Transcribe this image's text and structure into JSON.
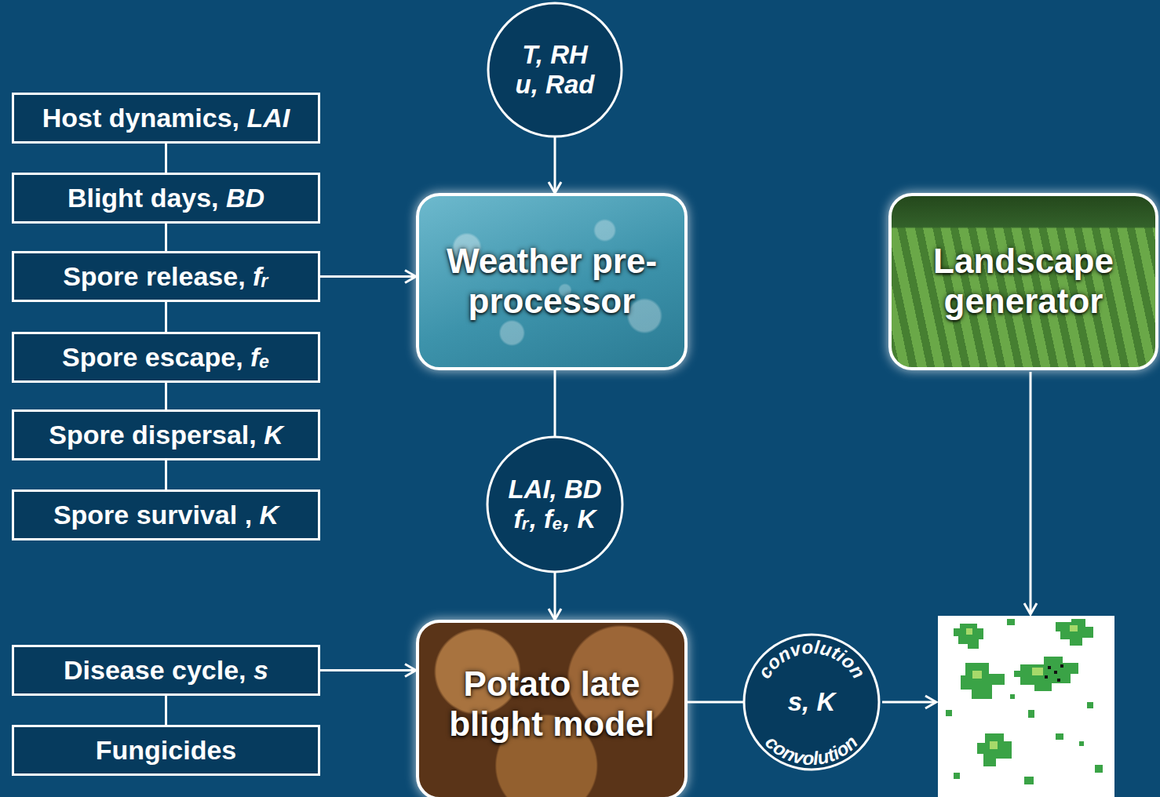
{
  "diagram": {
    "nodes": [
      {
        "text": [
          "Host dynamics, LAI"
        ]
      },
      {
        "text": [
          "Blight days, BD"
        ]
      },
      {
        "text": [
          "Spore release, fᵣ"
        ]
      },
      {
        "text": [
          "Spore escape, fₑ"
        ]
      },
      {
        "text": [
          "Spore dispersal, K"
        ]
      },
      {
        "text": [
          "Spore survival , K"
        ]
      },
      {
        "text": [
          "T, RH u, Rad"
        ]
      },
      {
        "text": [
          "Weather pre-processor"
        ]
      },
      {
        "text": [
          "Landscape generator"
        ]
      },
      {
        "text": [
          "LAI, BD fᵣ, fₑ, K"
        ]
      },
      {
        "text": [
          "Disease cycle, s"
        ]
      },
      {
        "text": [
          "Fungicides"
        ]
      },
      {
        "text": [
          "Potato late blight model"
        ]
      },
      {
        "text": [
          "convolution",
          "s, K",
          "convolution"
        ]
      }
    ],
    "edges": [
      {
        "from": 0,
        "to": 1,
        "arrow": "none"
      },
      {
        "from": 1,
        "to": 2,
        "arrow": "none"
      },
      {
        "from": 2,
        "to": 3,
        "arrow": "none"
      },
      {
        "from": 3,
        "to": 4,
        "arrow": "none"
      },
      {
        "from": 4,
        "to": 5,
        "arrow": "none"
      },
      {
        "from": 6,
        "to": 7,
        "arrow": "to"
      },
      {
        "from": 2,
        "to": 7,
        "arrow": "to"
      },
      {
        "from": 7,
        "to": 9,
        "arrow": "none"
      },
      {
        "from": 9,
        "to": 12,
        "arrow": "to"
      },
      {
        "from": 10,
        "to": 11,
        "arrow": "none"
      },
      {
        "from": 10,
        "to": 12,
        "arrow": "to"
      },
      {
        "from": 12,
        "to": 13,
        "arrow": "none"
      }
    ]
  }
}
